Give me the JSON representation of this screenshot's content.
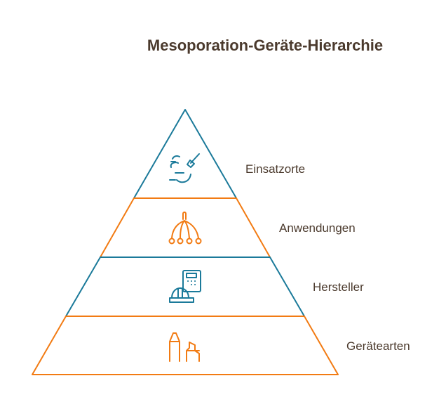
{
  "title": "Mesoporation-Geräte-Hierarchie",
  "colors": {
    "blue": "#1b7a9a",
    "orange": "#f27b13",
    "text": "#4b3a2d"
  },
  "levels": [
    {
      "label": "Einsatzorte",
      "icon": "hand-brush-icon",
      "color": "blue"
    },
    {
      "label": "Anwendungen",
      "icon": "branching-applicator-icon",
      "color": "orange"
    },
    {
      "label": "Hersteller",
      "icon": "hardhat-calculator-icon",
      "color": "blue"
    },
    {
      "label": "Gerätearten",
      "icon": "markers-icon",
      "color": "orange"
    }
  ]
}
